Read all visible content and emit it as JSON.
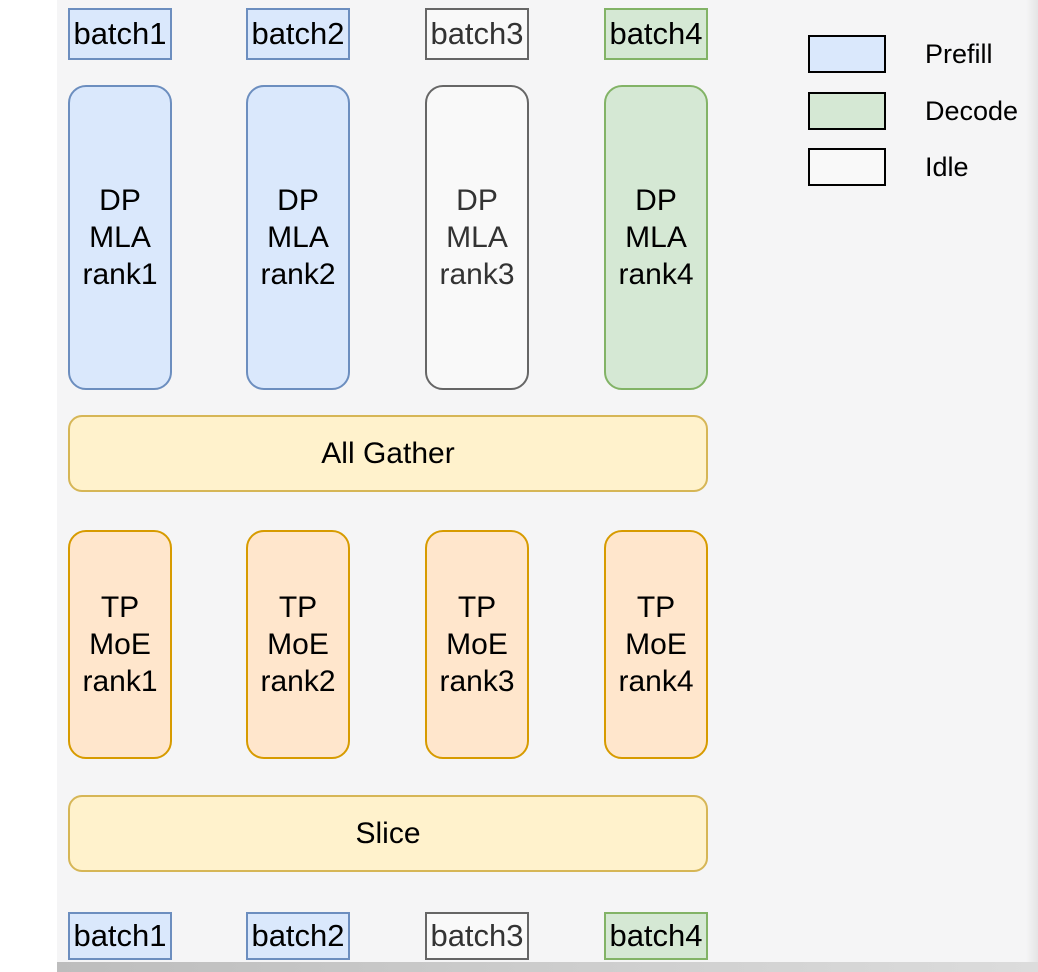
{
  "colors": {
    "canvas_bg": "#f5f5f6",
    "prefill_fill": "#dae8fc",
    "prefill_border": "#6c8ebf",
    "decode_fill": "#d5e8d4",
    "decode_border": "#82b366",
    "idle_fill": "#f9f9f9",
    "idle_border": "#666666",
    "idle_text": "#333333",
    "moe_fill": "#ffe6cc",
    "moe_border": "#d79b00",
    "op_fill": "#fff2cc",
    "op_border": "#d6b656"
  },
  "legend": {
    "items": [
      {
        "label": "Prefill",
        "state": "prefill"
      },
      {
        "label": "Decode",
        "state": "decode"
      },
      {
        "label": "Idle",
        "state": "idle"
      }
    ]
  },
  "top_batches": [
    {
      "label": "batch1",
      "state": "prefill"
    },
    {
      "label": "batch2",
      "state": "prefill"
    },
    {
      "label": "batch3",
      "state": "idle"
    },
    {
      "label": "batch4",
      "state": "decode"
    }
  ],
  "dp_ranks": [
    {
      "line1": "DP",
      "line2": "MLA",
      "line3": "rank1",
      "state": "prefill"
    },
    {
      "line1": "DP",
      "line2": "MLA",
      "line3": "rank2",
      "state": "prefill"
    },
    {
      "line1": "DP",
      "line2": "MLA",
      "line3": "rank3",
      "state": "idle"
    },
    {
      "line1": "DP",
      "line2": "MLA",
      "line3": "rank4",
      "state": "decode"
    }
  ],
  "ops": {
    "all_gather": "All Gather",
    "slice": "Slice"
  },
  "tp_ranks": [
    {
      "line1": "TP",
      "line2": "MoE",
      "line3": "rank1",
      "state": "moe"
    },
    {
      "line1": "TP",
      "line2": "MoE",
      "line3": "rank2",
      "state": "moe"
    },
    {
      "line1": "TP",
      "line2": "MoE",
      "line3": "rank3",
      "state": "moe"
    },
    {
      "line1": "TP",
      "line2": "MoE",
      "line3": "rank4",
      "state": "moe"
    }
  ],
  "bottom_batches": [
    {
      "label": "batch1",
      "state": "prefill"
    },
    {
      "label": "batch2",
      "state": "prefill"
    },
    {
      "label": "batch3",
      "state": "idle"
    },
    {
      "label": "batch4",
      "state": "decode"
    }
  ]
}
